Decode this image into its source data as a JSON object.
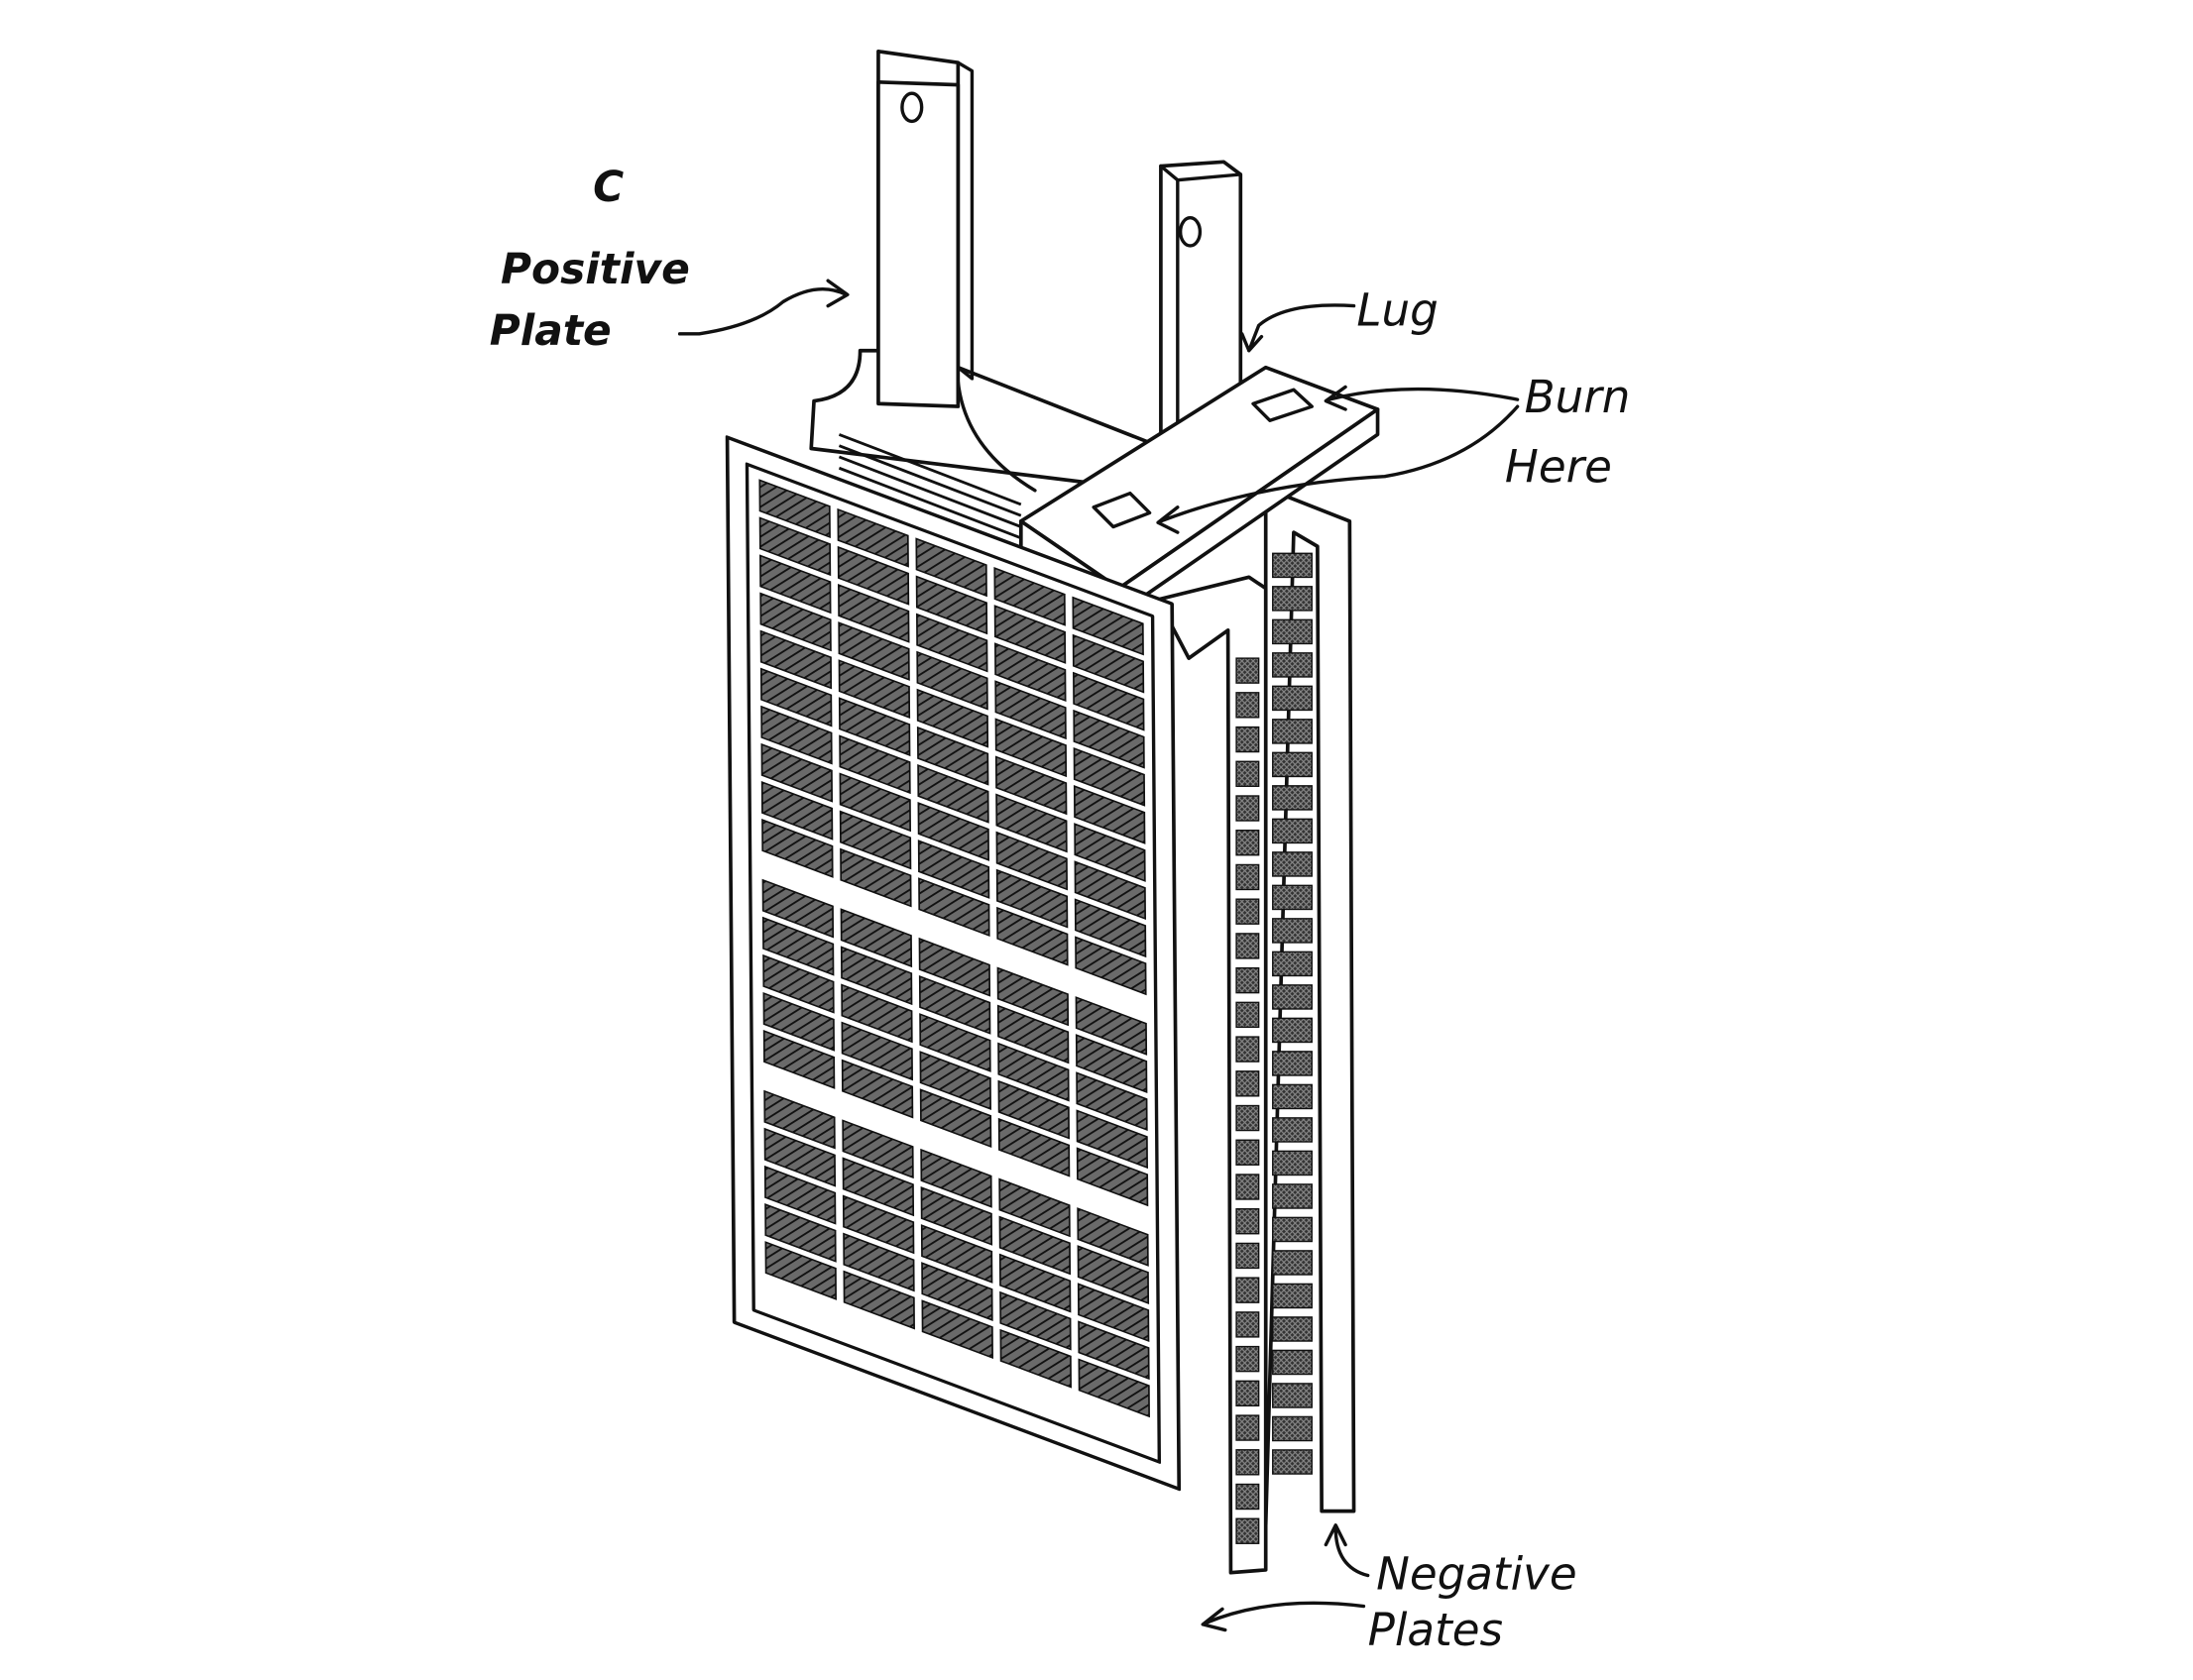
{
  "figure": {
    "letter": "C",
    "labels": {
      "positive_plate_line1": "Positive",
      "positive_plate_line2": "Plate",
      "lug": "Lug",
      "burn_here_line1": "Burn",
      "burn_here_line2": "Here",
      "negative_plates_line1": "Negative",
      "negative_plates_line2": "Plates"
    },
    "colors": {
      "ink": "#111111",
      "paper": "#ffffff"
    }
  }
}
